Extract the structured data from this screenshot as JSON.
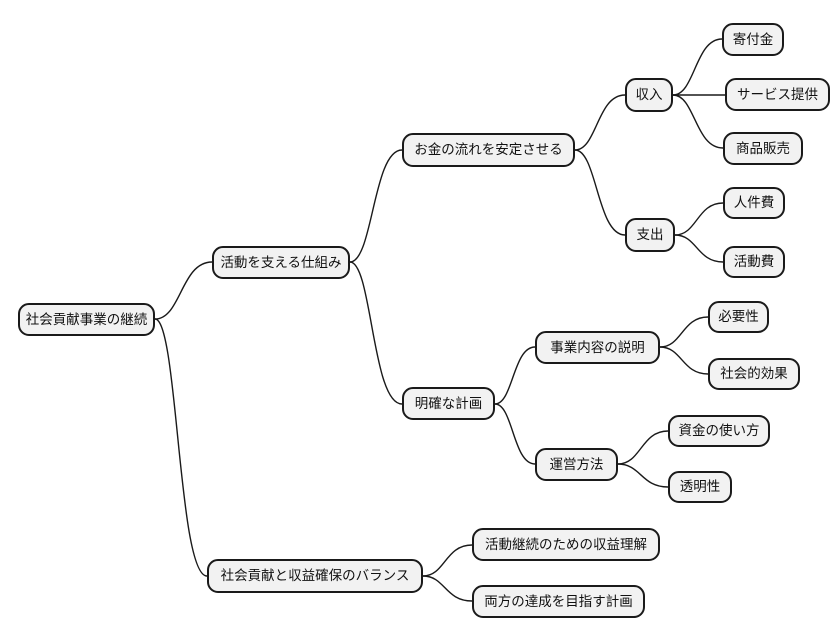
{
  "diagram": {
    "type": "mindmap",
    "background": "#ffffff",
    "node_style": {
      "fill": "#f2f2f2",
      "border": "#1a1a1a",
      "text": "#111111"
    },
    "line_color": "#1a1a1a",
    "root": {
      "label": "社会貢献事業の継続",
      "children": [
        {
          "label": "活動を支える仕組み",
          "children": [
            {
              "label": "お金の流れを安定させる",
              "children": [
                {
                  "label": "収入",
                  "children": [
                    {
                      "label": "寄付金"
                    },
                    {
                      "label": "サービス提供"
                    },
                    {
                      "label": "商品販売"
                    }
                  ]
                },
                {
                  "label": "支出",
                  "children": [
                    {
                      "label": "人件費"
                    },
                    {
                      "label": "活動費"
                    }
                  ]
                }
              ]
            },
            {
              "label": "明確な計画",
              "children": [
                {
                  "label": "事業内容の説明",
                  "children": [
                    {
                      "label": "必要性"
                    },
                    {
                      "label": "社会的効果"
                    }
                  ]
                },
                {
                  "label": "運営方法",
                  "children": [
                    {
                      "label": "資金の使い方"
                    },
                    {
                      "label": "透明性"
                    }
                  ]
                }
              ]
            }
          ]
        },
        {
          "label": "社会貢献と収益確保のバランス",
          "children": [
            {
              "label": "活動継続のための収益理解"
            },
            {
              "label": "両方の達成を目指す計画"
            }
          ]
        }
      ]
    }
  }
}
